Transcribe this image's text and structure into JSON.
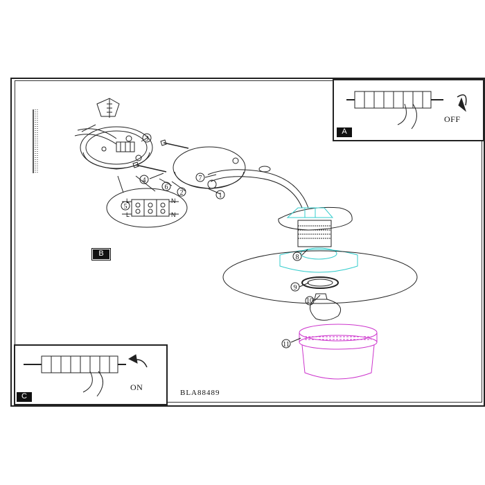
{
  "panels": {
    "a": {
      "tag": "A",
      "label": "OFF"
    },
    "b": {
      "tag": "B"
    },
    "c": {
      "tag": "C",
      "label": "ON"
    }
  },
  "model_code": "BLA88489",
  "callouts": [
    "1",
    "2",
    "3",
    "4",
    "5",
    "6",
    "7",
    "8",
    "9",
    "10",
    "11"
  ],
  "terminal_labels": {
    "left_top": "L",
    "left_bottom": "L",
    "right_top": "N",
    "right_bottom": "N"
  },
  "colors": {
    "line": "#222222",
    "cyan": "#33cccc",
    "magenta": "#cc33cc"
  }
}
